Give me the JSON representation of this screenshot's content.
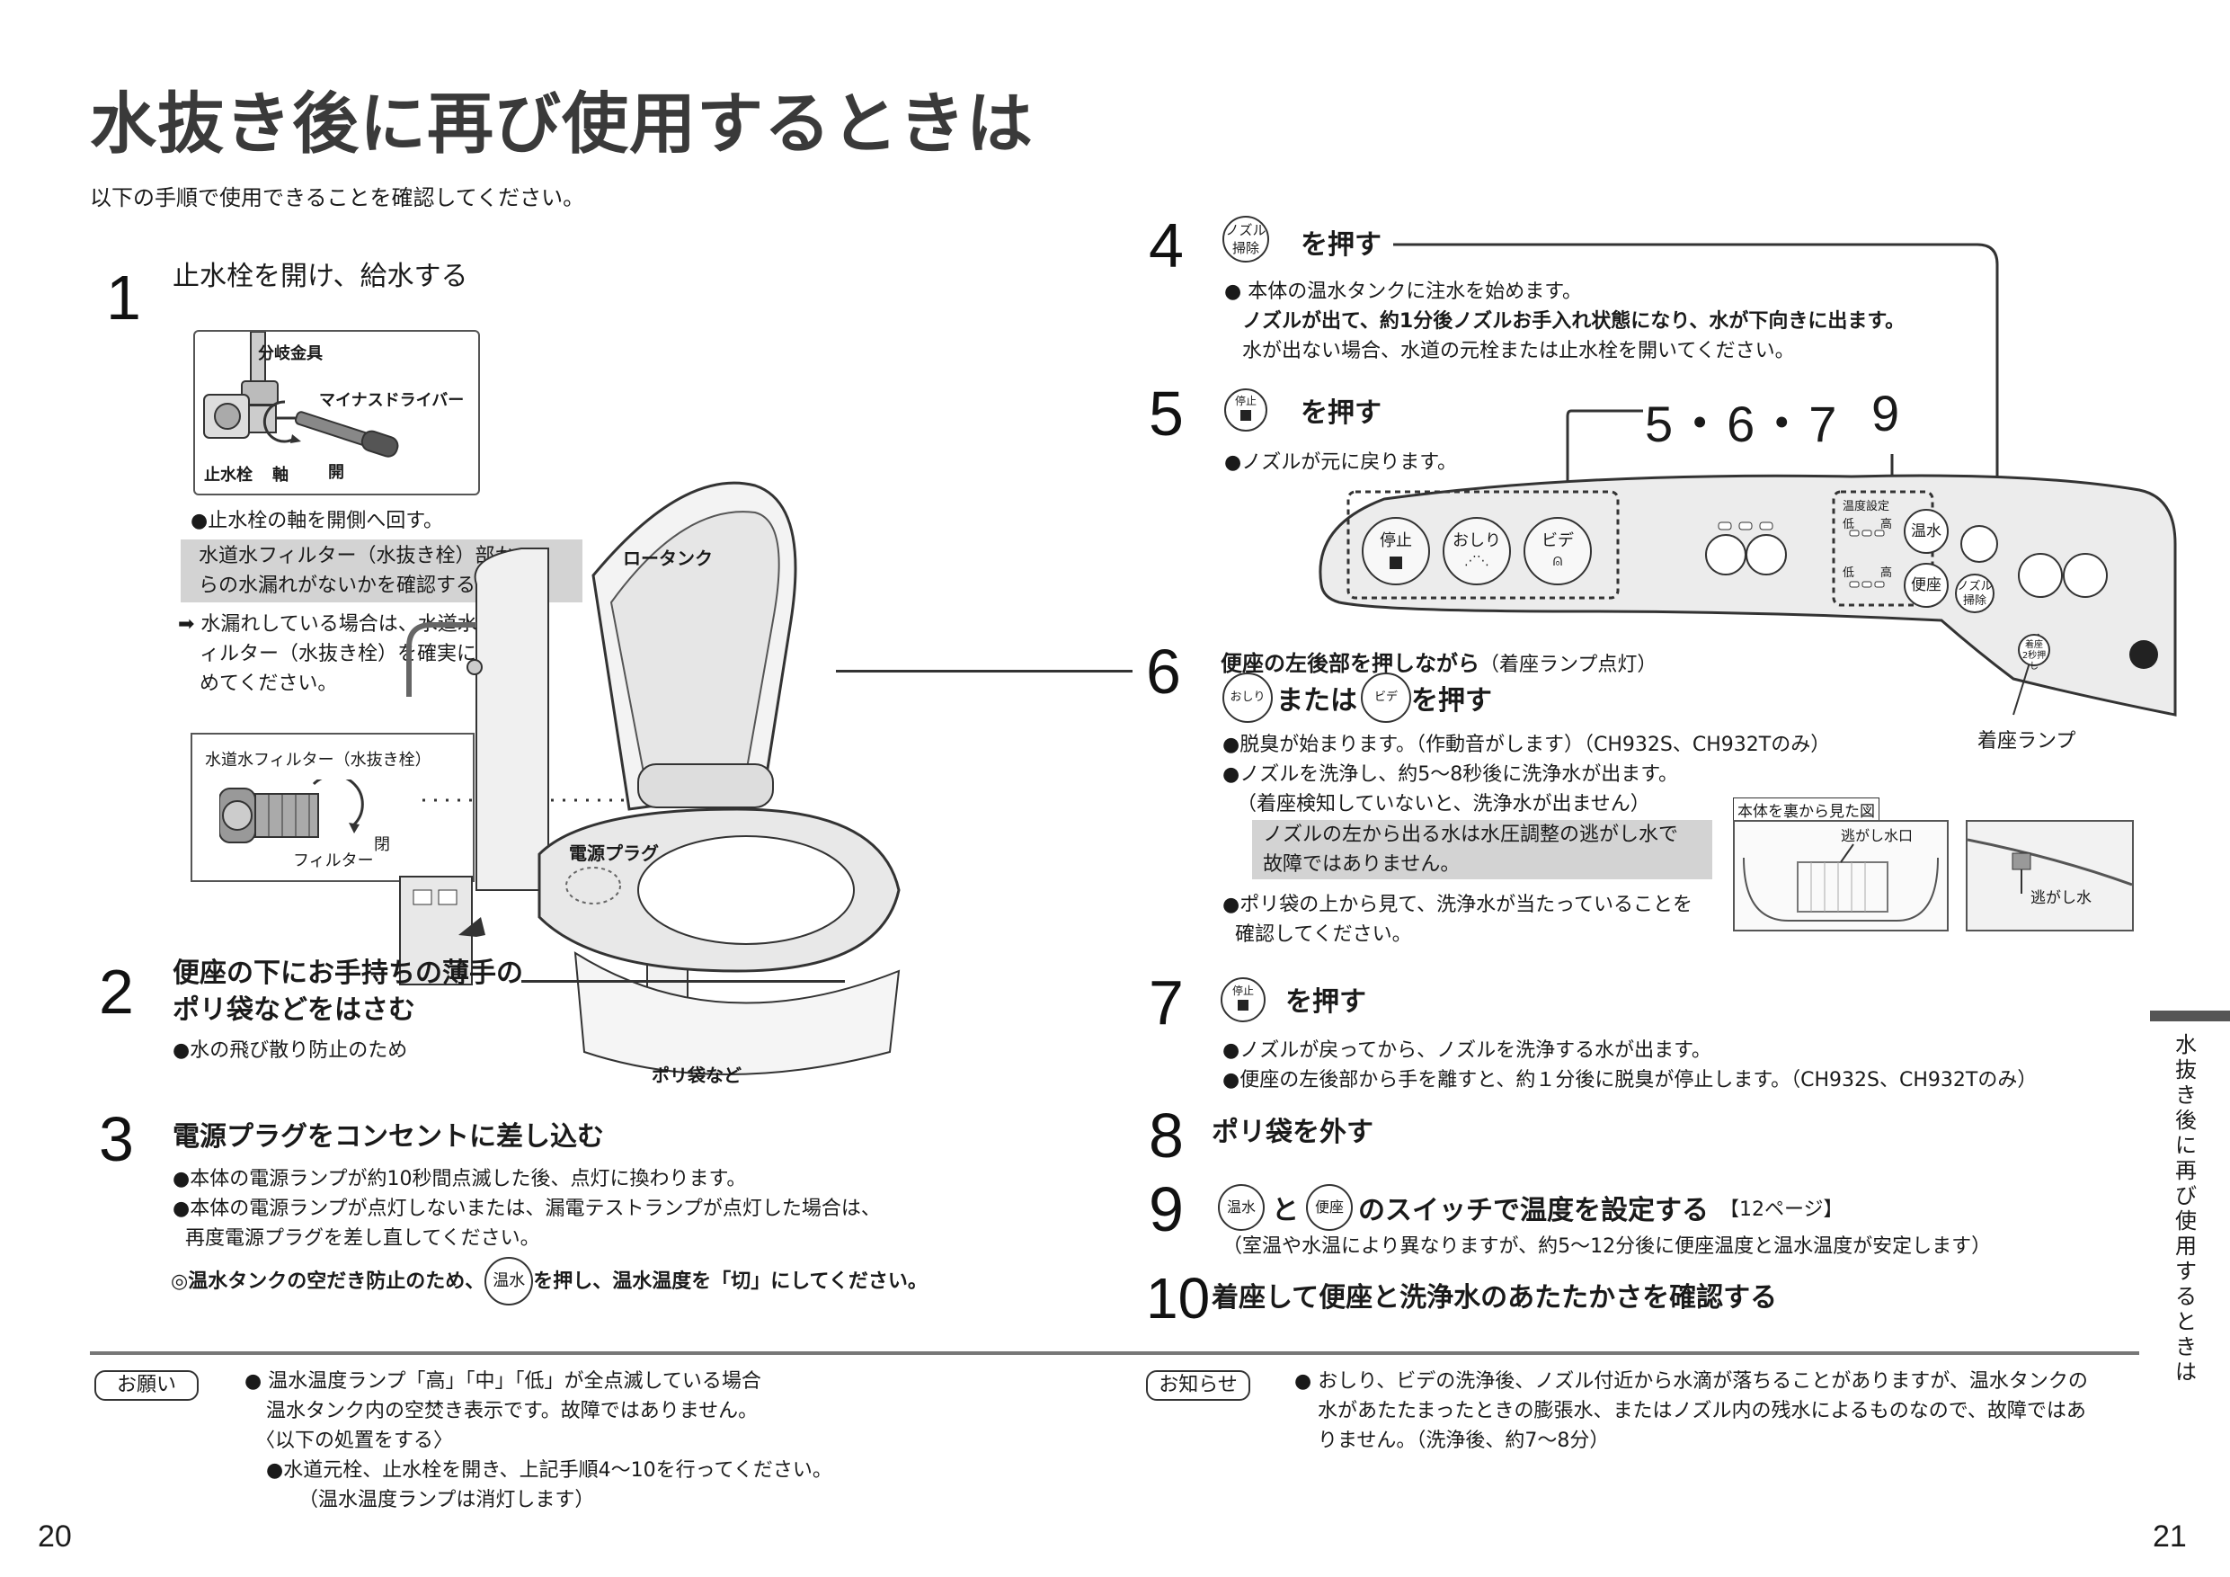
{
  "title": "水抜き後に再び使用するときは",
  "subtitle": "以下の手順で使用できることを確認してください。",
  "side_tab": "水抜き後に再び使用するときは",
  "page_left": "20",
  "page_right": "21",
  "step1": {
    "num": "1",
    "title": "止水栓を開け、給水する",
    "fig_labels": {
      "bunki": "分岐金具",
      "driver": "マイナスドライバー",
      "valve": "止水栓",
      "shaft": "軸",
      "open": "開"
    },
    "bullet": "●止水栓の軸を開側へ回す。",
    "gray_line1": "水道水フィルター（水抜き栓）部か",
    "gray_line2": "らの水漏れがないかを確認する。",
    "arrow_line1": "➡ 水漏れしている場合は、水道水フ",
    "arrow_line2": "ィルター（水抜き栓）を確実に閉",
    "arrow_line3": "めてください。",
    "filter_box": {
      "title": "水道水フィルター（水抜き栓）",
      "close": "閉",
      "filter": "フィルター"
    }
  },
  "illustration": {
    "tank": "ロータンク",
    "plug": "電源プラグ",
    "bag": "ポリ袋など"
  },
  "step2": {
    "num": "2",
    "title_line1": "便座の下にお手持ちの薄手の",
    "title_line2": "ポリ袋などをはさむ",
    "bullet": "●水の飛び散り防止のため"
  },
  "step3": {
    "num": "3",
    "title": "電源プラグをコンセントに差し込む",
    "bullet1": "●本体の電源ランプが約10秒間点滅した後、点灯に換わります。",
    "bullet2": "●本体の電源ランプが点灯しないまたは、漏電テストランプが点灯した場合は、",
    "bullet2b": "再度電源プラグを差し直してください。",
    "note_pre": "◎温水タンクの空だき防止のため、",
    "note_btn": "温水",
    "note_post": "を押し、温水温度を「切」にしてください。"
  },
  "step4": {
    "num": "4",
    "btn_line1": "ノズル",
    "btn_line2": "掃除",
    "action": "を押す",
    "line1": "● 本体の温水タンクに注水を始めます。",
    "line2": "ノズルが出て、約1分後ノズルお手入れ状態になり、水が下向きに出ます。",
    "line3": "水が出ない場合、水道の元栓または止水栓を開いてください。"
  },
  "step5": {
    "num": "5",
    "btn": "停止",
    "action": "を押す",
    "line1": "●ノズルが元に戻ります。"
  },
  "panel": {
    "callout_a": "5・6・7",
    "callout_b": "9",
    "btn_stop": "停止",
    "btn_oshiri": "おしり",
    "btn_bidet": "ビデ",
    "temp_title": "温度設定",
    "low": "低",
    "high": "高",
    "btn_onsui": "温水",
    "btn_benza": "便座",
    "btn_nozzle1": "ノズル",
    "btn_nozzle2": "掃除",
    "seat_btn1": "着座",
    "seat_btn2": "2秒押し",
    "seat_lamp": "着座ランプ"
  },
  "step6": {
    "num": "6",
    "title": "便座の左後部を押しながら",
    "title_note": "（着座ランプ点灯）",
    "btn_a": "おしり",
    "or": "または",
    "btn_b": "ビデ",
    "action": "を押す",
    "line1": "●脱臭が始まります。（作動音がします）（CH932S、CH932Tのみ）",
    "line2": "●ノズルを洗浄し、約5～8秒後に洗浄水が出ます。",
    "line3": "（着座検知していないと、洗浄水が出ません）",
    "gray1": "ノズルの左から出る水は水圧調整の逃がし水で",
    "gray2": "故障ではありません。",
    "line4": "●ポリ袋の上から見て、洗浄水が当たっていることを",
    "line5": "確認してください。",
    "fig_title": "本体を裏から見た図",
    "fig_label": "逃がし水口",
    "fig2_label": "逃がし水"
  },
  "step7": {
    "num": "7",
    "btn": "停止",
    "action": "を押す",
    "line1": "●ノズルが戻ってから、ノズルを洗浄する水が出ます。",
    "line2": "●便座の左後部から手を離すと、約１分後に脱臭が停止します。（CH932S、CH932Tのみ）"
  },
  "step8": {
    "num": "8",
    "title": "ポリ袋を外す"
  },
  "step9": {
    "num": "9",
    "btn_a": "温水",
    "and": "と",
    "btn_b": "便座",
    "title": "のスイッチで温度を設定する",
    "ref": "【12ページ】",
    "line1": "（室温や水温により異なりますが、約5～12分後に便座温度と温水温度が安定します）"
  },
  "step10": {
    "num": "10",
    "title": "着座して便座と洗浄水のあたたかさを確認する"
  },
  "onegai": {
    "label": "お願い",
    "line1": "● 温水温度ランプ「高」「中」「低」が全点滅している場合",
    "line2": "温水タンク内の空焚き表示です。故障ではありません。",
    "line3": "〈以下の処置をする〉",
    "line4": "●水道元栓、止水栓を開き、上記手順4～10を行ってください。",
    "line5": "（温水温度ランプは消灯します）"
  },
  "oshirase": {
    "label": "お知らせ",
    "line1": "● おしり、ビデの洗浄後、ノズル付近から水滴が落ちることがありますが、温水タンクの",
    "line2": "水があたたまったときの膨張水、またはノズル内の残水によるものなので、故障ではあ",
    "line3": "りません。（洗浄後、約7～8分）"
  }
}
